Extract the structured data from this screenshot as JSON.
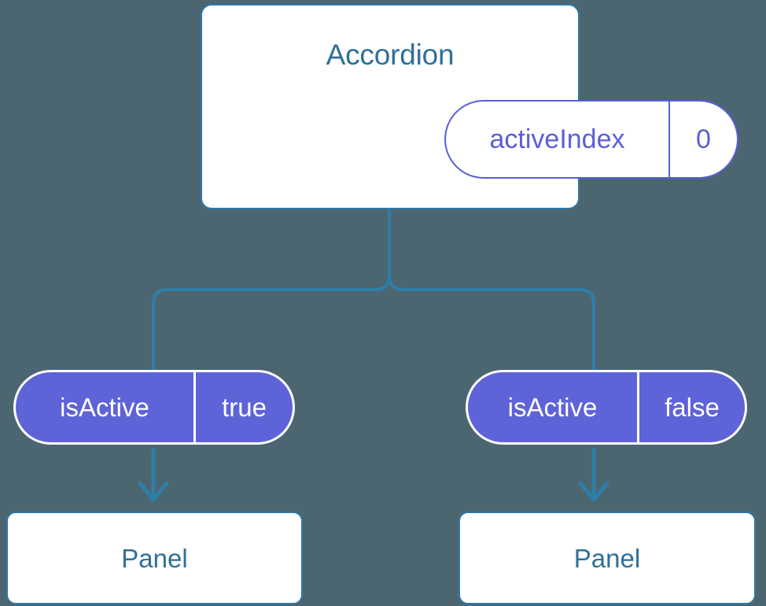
{
  "theme": {
    "background": "#4b6670",
    "card_background": "#ffffff",
    "card_border": "#3077a8",
    "title_color": "#2e7099",
    "pill_outline_color": "#5b5fd6",
    "pill_fill_color": "#5f63d8",
    "pill_fill_text": "#ffffff",
    "connector_color": "#2e7fa8"
  },
  "diagram": {
    "root": {
      "title": "Accordion",
      "state_pill": {
        "key": "activeIndex",
        "value": "0"
      }
    },
    "branches": [
      {
        "side": "left",
        "prop_pill": {
          "key": "isActive",
          "value": "true"
        },
        "child": {
          "title": "Panel"
        }
      },
      {
        "side": "right",
        "prop_pill": {
          "key": "isActive",
          "value": "false"
        },
        "child": {
          "title": "Panel"
        }
      }
    ]
  }
}
